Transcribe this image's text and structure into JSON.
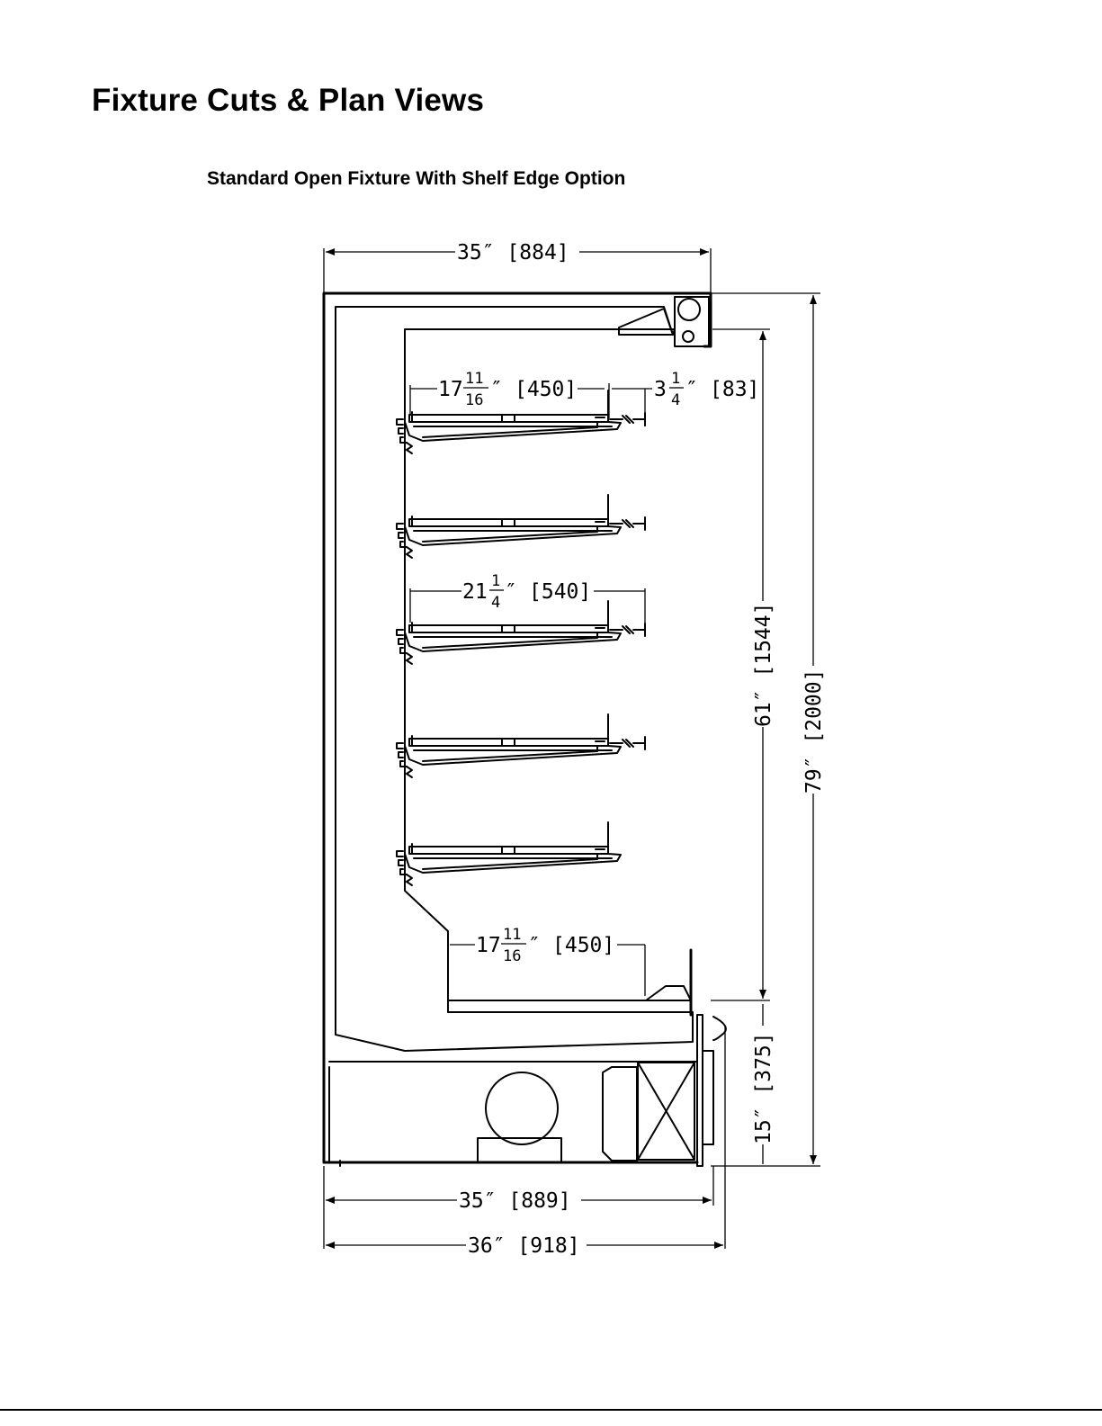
{
  "page": {
    "title": "Fixture Cuts & Plan Views",
    "subtitle": "Standard Open Fixture With Shelf Edge Option"
  },
  "dimensions": {
    "top_width": {
      "whole": "35",
      "bracket": "[884]"
    },
    "shelf1_depth": {
      "whole": "17",
      "num": "11",
      "den": "16",
      "bracket": "[450]"
    },
    "shelf_edge": {
      "whole": "3",
      "num": "1",
      "den": "4",
      "bracket": "[83]"
    },
    "shelf3_depth": {
      "whole": "21",
      "num": "1",
      "den": "4",
      "bracket": "[540]"
    },
    "deck_depth": {
      "whole": "17",
      "num": "11",
      "den": "16",
      "bracket": "[450]"
    },
    "display_height": {
      "text": "61″ [1544]"
    },
    "total_height": {
      "text": "79″ [2000]"
    },
    "base_height": {
      "text": "15″ [375]"
    },
    "base_width": {
      "text": "35″ [889]"
    },
    "overall_depth": {
      "text": "36″ [918]"
    }
  },
  "shelf_count": 5
}
